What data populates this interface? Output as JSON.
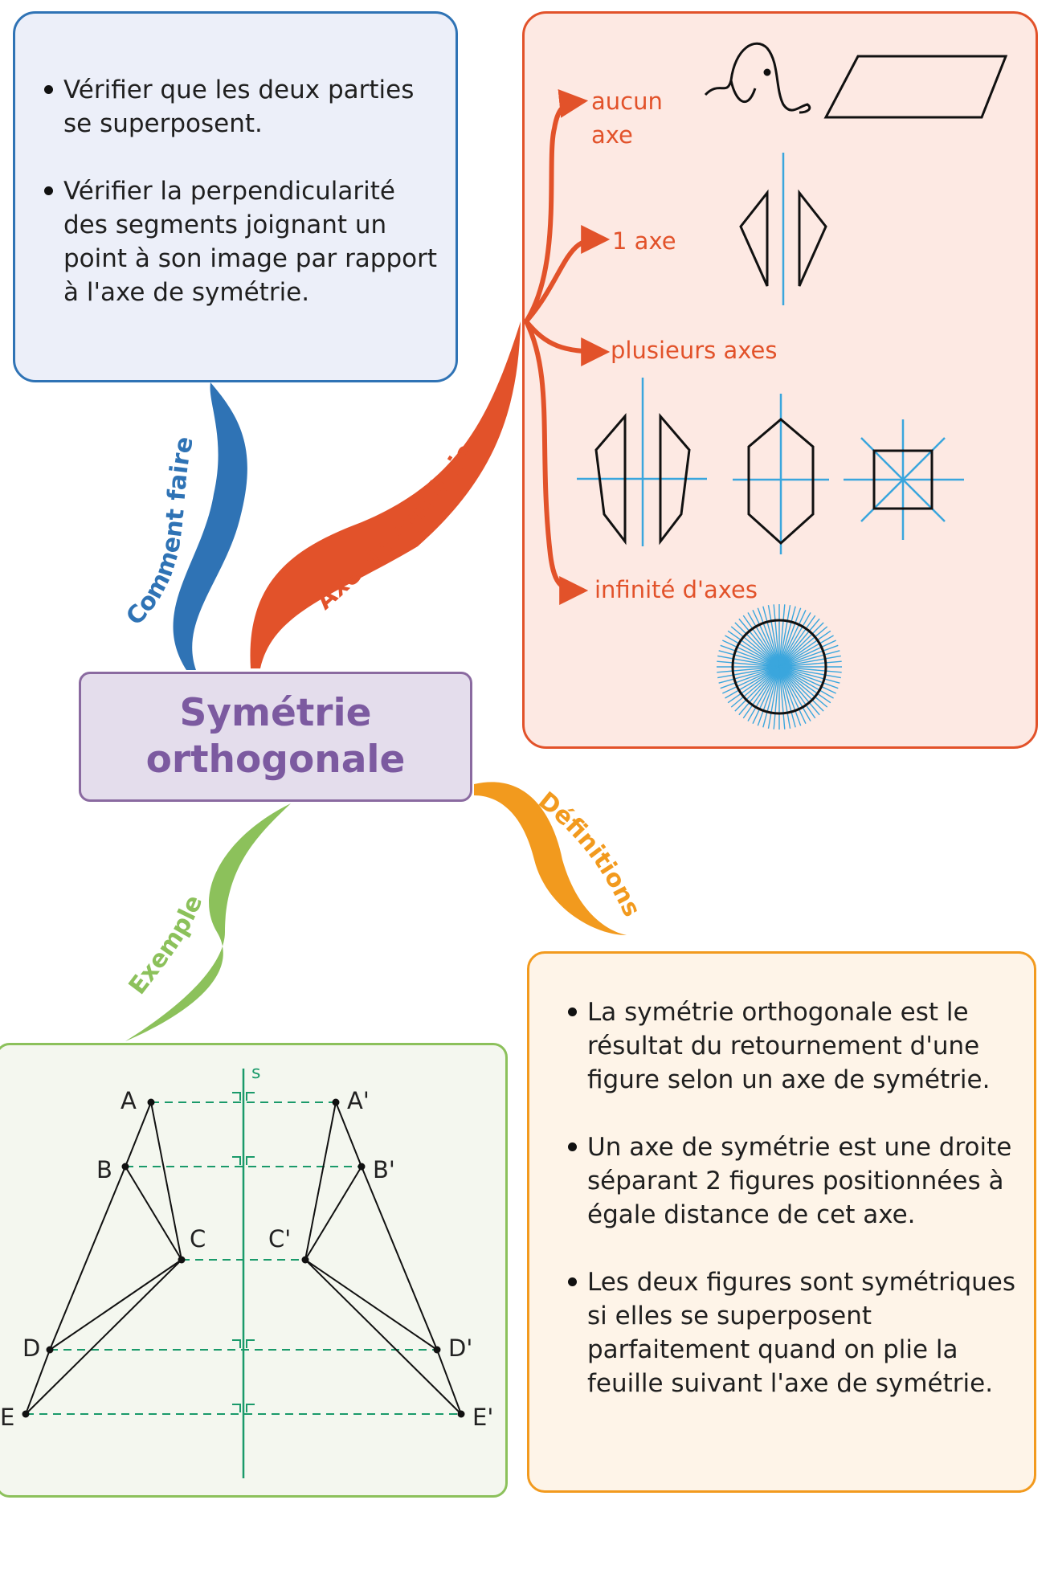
{
  "center": {
    "title_line1": "Symétrie",
    "title_line2": "orthogonale"
  },
  "branches": {
    "how": "Comment faire ?",
    "axis": "Axe de symétrie",
    "example": "Exemple",
    "definitions": "Définitions"
  },
  "how_box": {
    "items": [
      "Vérifier que les deux parties se superposent.",
      "Vérifier la perpendicularité des segments joignant un point à son image par rapport à l'axe de symétrie."
    ]
  },
  "axes_box": {
    "categories": [
      {
        "label_line1": "aucun",
        "label_line2": "axe"
      },
      {
        "label": "1 axe"
      },
      {
        "label": "plusieurs axes"
      },
      {
        "label": "infinité d'axes"
      }
    ]
  },
  "example_box": {
    "axis_label": "s",
    "points": [
      "A",
      "B",
      "C",
      "D",
      "E"
    ],
    "images": [
      "A'",
      "B'",
      "C'",
      "D'",
      "E'"
    ]
  },
  "definitions_box": {
    "items": [
      "La symétrie orthogonale est le résultat du retournement d'une figure selon un axe de symétrie.",
      "Un axe de symétrie est une droite séparant 2 figures positionnées à égale distance de cet axe.",
      "Les deux figures sont symétriques si elles se superposent parfaitement quand on plie la feuille suivant l'axe de symétrie."
    ]
  },
  "colors": {
    "how": "#2f73b5",
    "axis": "#e2522a",
    "example": "#8cc15b",
    "definitions": "#f29a1e",
    "center": "#8a6aa0",
    "figure_axis": "#3aa6dd",
    "example_axis": "#1a9a6a"
  }
}
